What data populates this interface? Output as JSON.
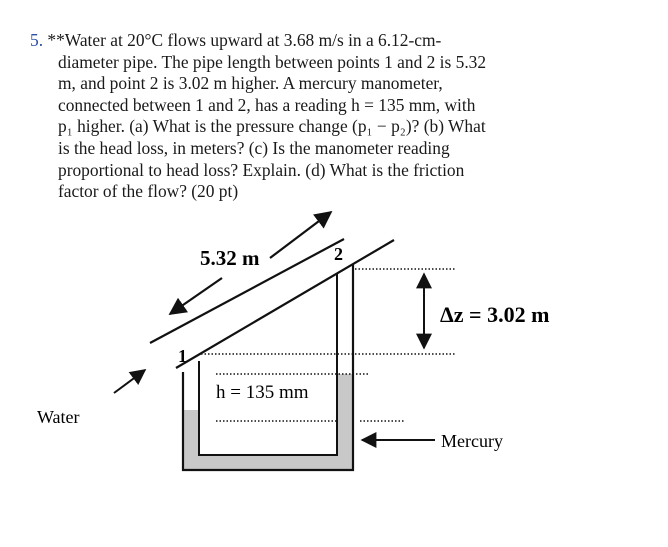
{
  "problem": {
    "number": "5.",
    "lines": [
      "**Water at 20°C flows upward at 3.68 m/s in a 6.12-cm-",
      "diameter pipe. The pipe length between points 1 and 2 is 5.32",
      "m, and point 2 is 3.02 m higher. A mercury manometer,",
      "connected between 1 and 2, has a reading h = 135 mm, with",
      "p₁ higher. (a) What is the pressure change (p₁ − p₂)? (b) What",
      "is the head loss, in meters? (c) Is the manometer reading",
      "proportional to head loss? Explain. (d) What is the friction",
      "factor of the flow? (20 pt)"
    ]
  },
  "figure": {
    "pipe_length_label": "5.32 m",
    "point1_label": "1",
    "point2_label": "2",
    "dz_label": "Δz = 3.02 m",
    "h_label": "h = 135 mm",
    "water_label": "Water",
    "mercury_label": "Mercury",
    "mercury_color": "#c8c8c8"
  }
}
